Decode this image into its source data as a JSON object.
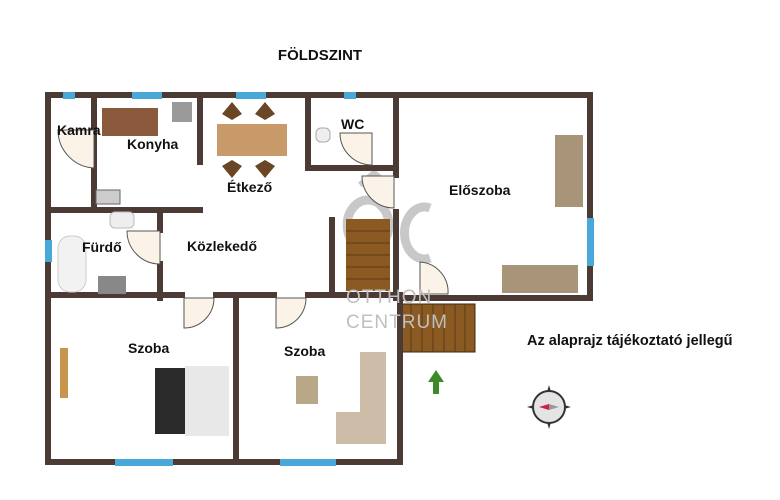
{
  "title": "FÖLDSZINT",
  "note": "Az alaprajz tájékoztató jellegű",
  "watermark": {
    "mark": "ÔC",
    "line1": "OTTHON",
    "line2": "CENTRUM"
  },
  "rooms": [
    {
      "id": "kamra",
      "label": "Kamra"
    },
    {
      "id": "konyha",
      "label": "Konyha"
    },
    {
      "id": "etkezo",
      "label": "Étkező"
    },
    {
      "id": "wc",
      "label": "WC"
    },
    {
      "id": "eloszoba",
      "label": "Előszoba"
    },
    {
      "id": "furdo",
      "label": "Fürdő"
    },
    {
      "id": "kozlekedo",
      "label": "Közlekedő"
    },
    {
      "id": "szoba1",
      "label": "Szoba"
    },
    {
      "id": "szoba2",
      "label": "Szoba"
    }
  ],
  "colors": {
    "wall": "#4b3b34",
    "window": "#4aa8d8",
    "stair": "#8a5a22",
    "entrance": "#3d8a2a"
  }
}
